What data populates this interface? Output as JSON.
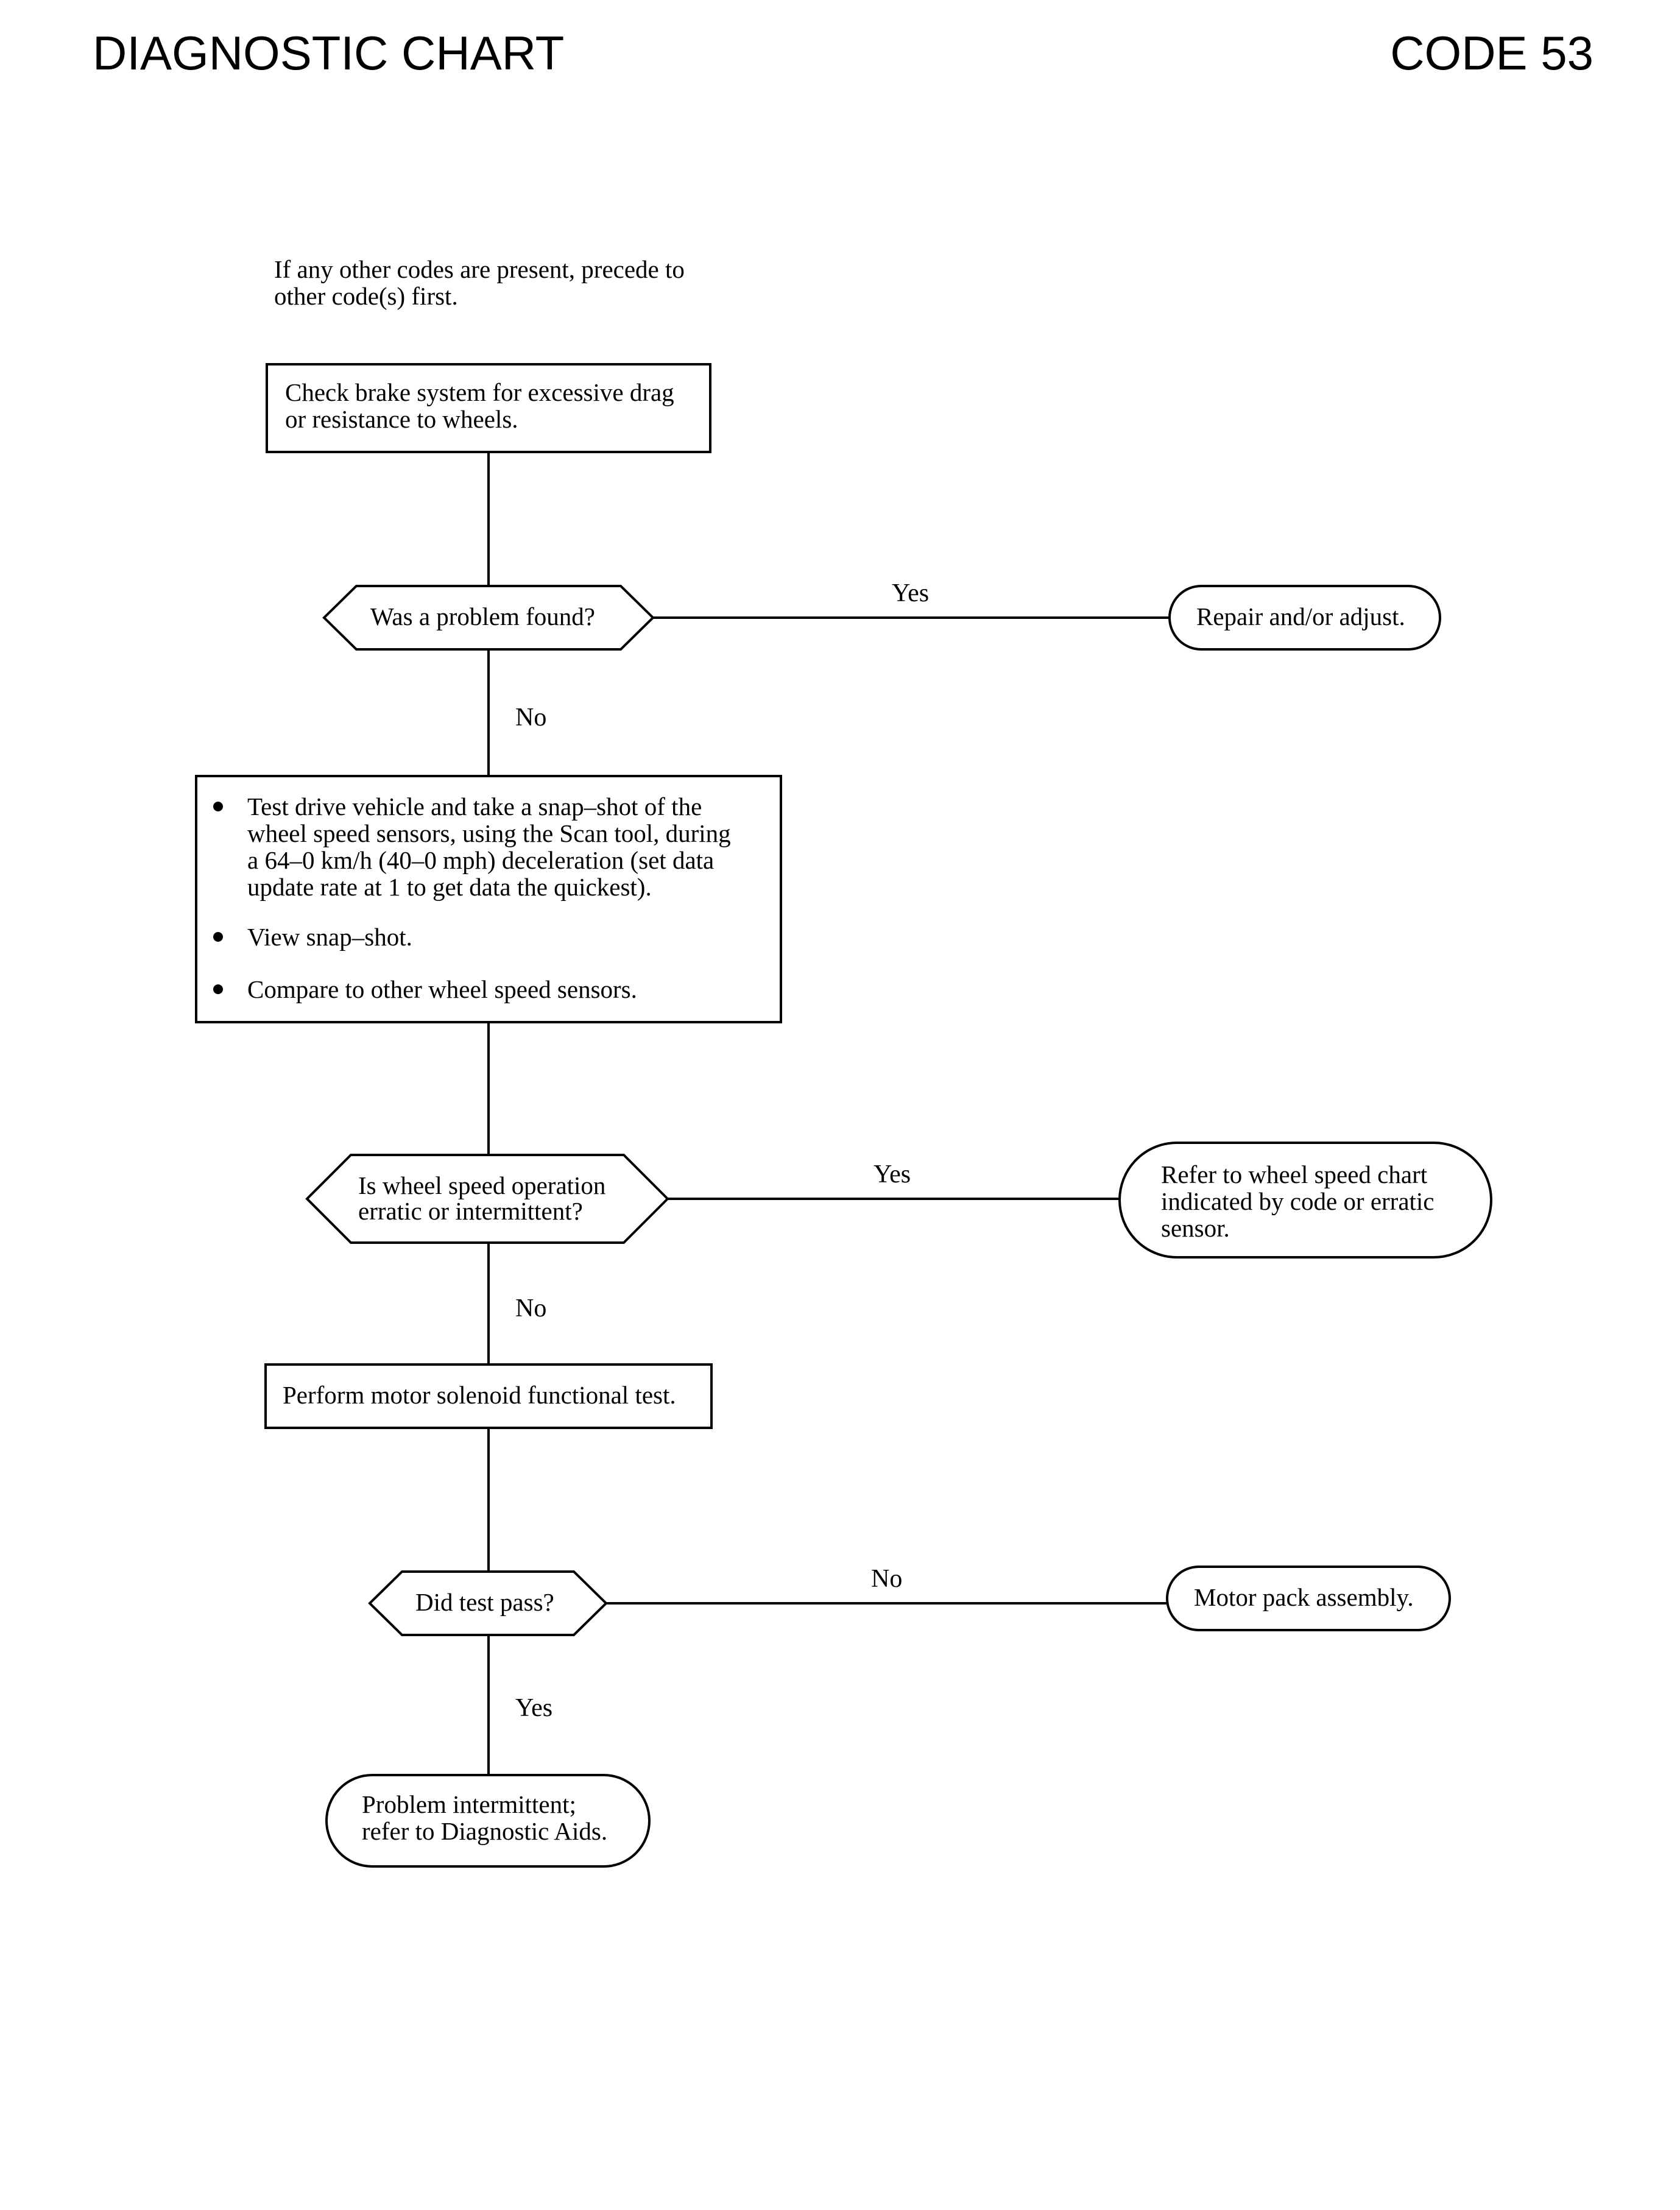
{
  "header": {
    "title": "DIAGNOSTIC CHART",
    "code": "CODE 53"
  },
  "flowchart": {
    "intro": [
      "If any other codes are present, precede to",
      "other code(s) first."
    ],
    "step1": [
      "Check brake system for excessive drag",
      "or resistance to wheels."
    ],
    "decision1": "Was a problem found?",
    "decision1_yes_label": "Yes",
    "decision1_yes_result": "Repair and/or adjust.",
    "decision1_no_label": "No",
    "step2": {
      "bullets": [
        [
          "Test drive vehicle and take a snap–shot of the",
          "wheel speed sensors, using the Scan tool, during",
          "a 64–0 km/h (40–0 mph) deceleration (set data",
          "update rate at 1 to get data the quickest)."
        ],
        [
          "View snap–shot."
        ],
        [
          "Compare to other wheel speed sensors."
        ]
      ]
    },
    "decision2": [
      "Is wheel speed operation",
      "erratic or intermittent?"
    ],
    "decision2_yes_label": "Yes",
    "decision2_yes_result": [
      "Refer to wheel speed chart",
      "indicated by code or erratic",
      "sensor."
    ],
    "decision2_no_label": "No",
    "step3": "Perform motor solenoid functional test.",
    "decision3": "Did test pass?",
    "decision3_no_label": "No",
    "decision3_no_result": "Motor pack assembly.",
    "decision3_yes_label": "Yes",
    "final_result": [
      "Problem intermittent;",
      "refer to Diagnostic Aids."
    ]
  }
}
